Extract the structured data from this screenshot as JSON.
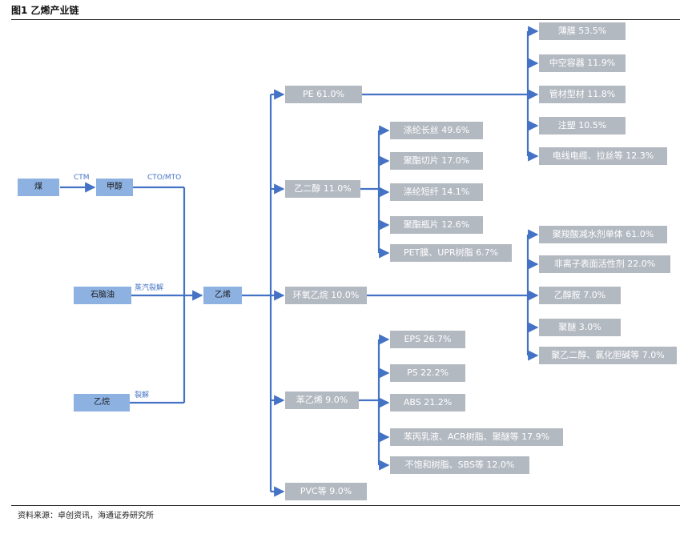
{
  "figure": {
    "title": "图1  乙烯产业链",
    "source": "资料来源：卓创资讯，海通证券研究所"
  },
  "feedstocks": {
    "coal": "煤",
    "methanol": "甲醇",
    "naphtha": "石脑油",
    "ethane": "乙烷",
    "ethylene": "乙烯"
  },
  "edge_labels": {
    "ctm": "CTM",
    "cto_mto": "CTO/MTO",
    "steam_cracking": "蒸汽裂解",
    "cracking": "裂解"
  },
  "derivatives": {
    "pe": "PE 61.0%",
    "meg": "乙二醇 11.0%",
    "eo": "环氧乙烷 10.0%",
    "sm": "苯乙烯 9.0%",
    "pvc": "PVC等 9.0%"
  },
  "pe_uses": [
    "薄膜 53.5%",
    "中空容器 11.9%",
    "管材型材 11.8%",
    "注塑 10.5%",
    "电线电缆、拉丝等 12.3%"
  ],
  "meg_uses": [
    "涤纶长丝 49.6%",
    "聚酯切片 17.0%",
    "涤纶短纤 14.1%",
    "聚酯瓶片 12.6%",
    "PET膜、UPR树脂 6.7%"
  ],
  "eo_uses": [
    "聚羧酸减水剂单体 61.0%",
    "非离子表面活性剂 22.0%",
    "乙醇胺 7.0%",
    "聚醚 3.0%",
    "聚乙二醇、氯化胆碱等 7.0%"
  ],
  "sm_uses": [
    "EPS 26.7%",
    "PS 22.2%",
    "ABS 21.2%",
    "苯丙乳液、ACR树脂、聚醚等 17.9%",
    "不饱和树脂、SBS等 12.0%"
  ],
  "colors": {
    "line": "#4472C4",
    "feed_box": "#8DB2E2",
    "product_box": "#B3B9C1"
  }
}
